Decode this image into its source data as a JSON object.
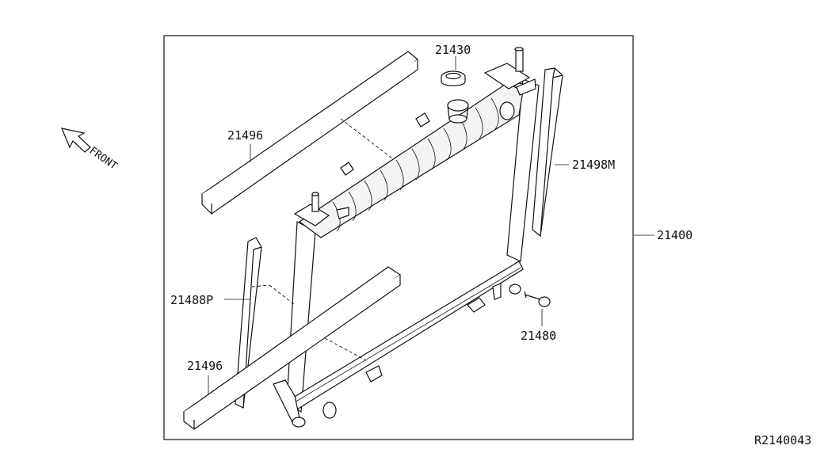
{
  "diagram": {
    "front_label": "FRONT",
    "reference_code": "R2140043",
    "parts": {
      "cap": "21430",
      "upper_seal": "21496",
      "right_seal": "21498M",
      "radiator_assembly": "21400",
      "left_seal": "21488P",
      "lower_seal": "21496",
      "bolt": "21480"
    }
  }
}
